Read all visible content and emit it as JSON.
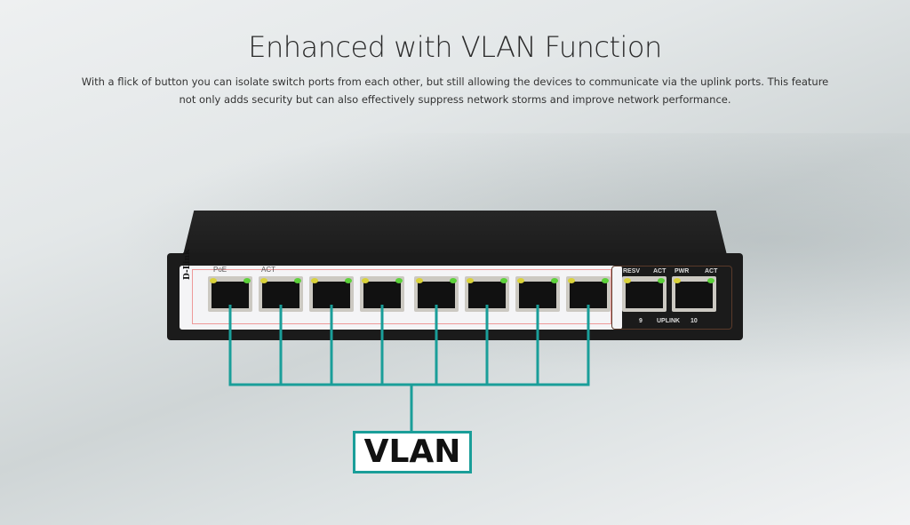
{
  "header": {
    "title": "Enhanced with VLAN Function",
    "description": "With a flick of button you can isolate switch ports from each other, but still allowing the devices to communicate via the uplink ports. This feature not only adds security but can also effectively suppress network storms and improve network performance."
  },
  "device": {
    "brand": "D-Link",
    "led_labels": [
      "PoE",
      "ACT"
    ],
    "uplink_led_labels": [
      "RESV",
      "ACT",
      "PWR",
      "ACT"
    ],
    "uplink_label": "UPLINK",
    "uplink_ports": [
      "9",
      "10"
    ],
    "port_count": 8
  },
  "diagram": {
    "label": "VLAN",
    "line_color": "#1a9e99"
  }
}
